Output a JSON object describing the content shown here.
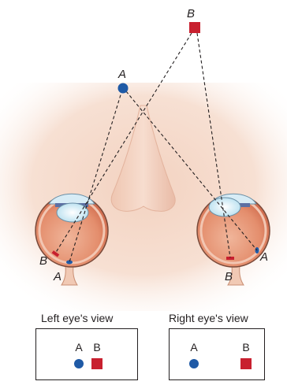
{
  "object_labels": {
    "a": "A",
    "b": "B"
  },
  "left_eye_labels": {
    "b": "B",
    "a": "A"
  },
  "right_eye_labels": {
    "a": "A",
    "b": "B"
  },
  "left_view": {
    "title": "Left eye's view",
    "label_a": "A",
    "label_b": "B"
  },
  "right_view": {
    "title": "Right eye's view",
    "label_a": "A",
    "label_b": "B"
  },
  "colors": {
    "object_a": "#1f5aa6",
    "object_b": "#c8202f",
    "skin": "#f6dccd",
    "sightline": "#231f20"
  },
  "icons": {
    "object_a": "blue-circle",
    "object_b": "red-square"
  }
}
